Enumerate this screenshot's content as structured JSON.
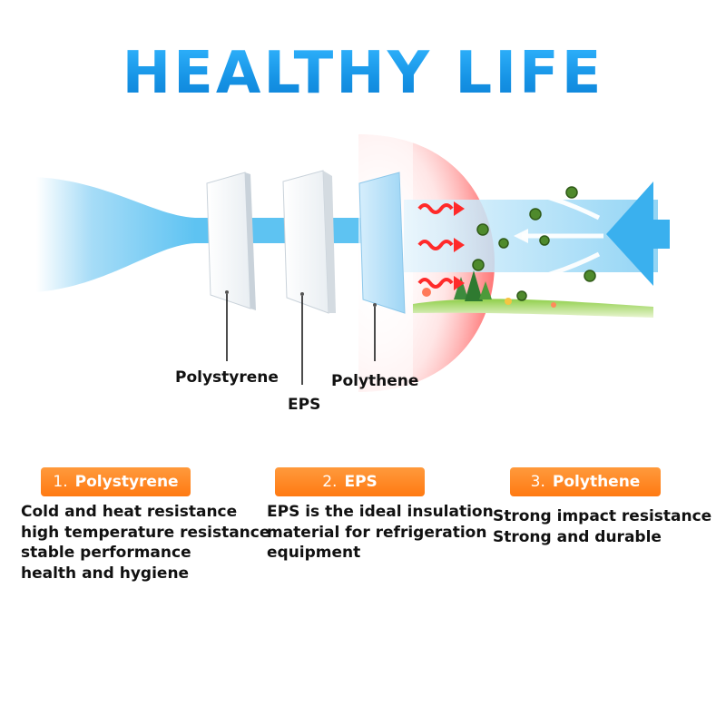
{
  "title": "HEALTHY LIFE",
  "diagram": {
    "labels": {
      "polystyrene": "Polystyrene",
      "eps": "EPS",
      "polythene": "Polythene"
    }
  },
  "features": [
    {
      "number": "1.",
      "name": "Polystyrene",
      "lines": [
        "Cold and heat resistance",
        "high temperature resistance",
        "stable performance",
        "health and hygiene"
      ]
    },
    {
      "number": "2.",
      "name": "EPS",
      "lines": [
        "EPS is the ideal insulation",
        "material for refrigeration",
        "equipment"
      ]
    },
    {
      "number": "3.",
      "name": "Polythene",
      "lines": [
        "Strong impact resistance",
        "Strong and durable"
      ]
    }
  ],
  "colors": {
    "title_blue": "#1592e4",
    "pill_orange": "#ff7a12",
    "airflow_blue": "#5ec3f2",
    "heat_red": "#ff4040"
  }
}
